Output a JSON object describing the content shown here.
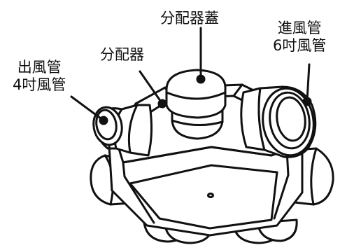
{
  "colors": {
    "ink": "#111111",
    "paper": "#ffffff"
  },
  "labels": {
    "cover": "分配器蓋",
    "distributor": "分配器",
    "outlet_title": "出風管",
    "outlet_size": "4吋風管",
    "inlet_title": "進風管",
    "inlet_size": "6吋風管"
  }
}
